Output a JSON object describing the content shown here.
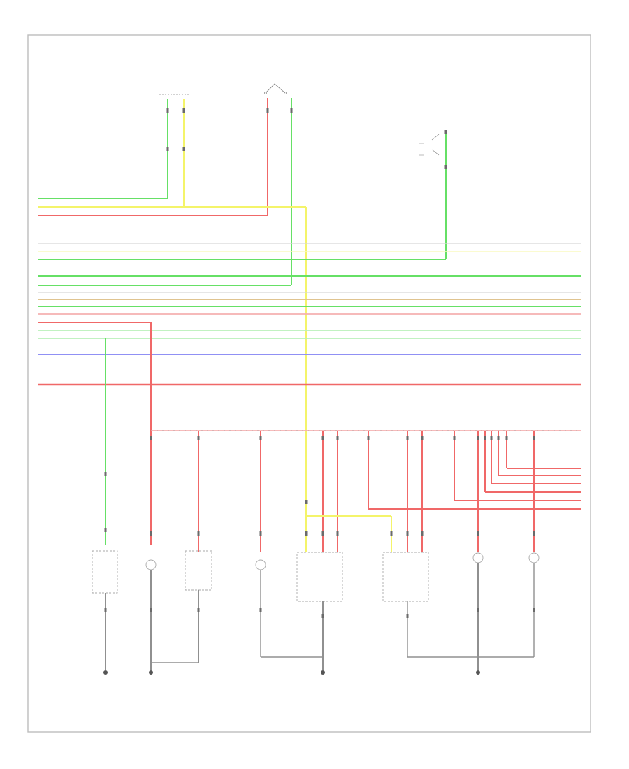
{
  "diagram": {
    "footer_code": "",
    "colors": {
      "green": "#66e066",
      "light_green": "#b8f0b8",
      "yellow": "#f4f46a",
      "light_yellow": "#fafac0",
      "red": "#f06868",
      "light_red": "#f4b0b0",
      "blue": "#9090f4",
      "tan": "#e0c490",
      "gray": "#909090",
      "frame": "#bdbdbd"
    },
    "components": [
      {
        "id": "top-left-switch",
        "label_lines": [
          "",
          "",
          ""
        ]
      },
      {
        "id": "top-mid-switch",
        "label_lines": [
          "",
          "",
          "",
          ""
        ]
      },
      {
        "id": "top-right-switch",
        "label_lines": [
          "",
          "",
          "",
          "",
          "",
          ""
        ]
      },
      {
        "id": "lamp-1",
        "label_lines": [
          "",
          "",
          ""
        ]
      },
      {
        "id": "lamp-2",
        "label_lines": [
          "",
          "",
          "",
          "",
          ""
        ]
      },
      {
        "id": "lamp-3",
        "label_lines": [
          "",
          "",
          "",
          "",
          ""
        ]
      },
      {
        "id": "lamp-4",
        "label_lines": [
          "",
          "",
          "",
          ""
        ]
      },
      {
        "id": "lamp-5",
        "label_lines": [
          "",
          "",
          ""
        ]
      },
      {
        "id": "lamp-6",
        "label_lines": [
          "",
          "",
          ""
        ]
      },
      {
        "id": "lamp-7",
        "label_lines": [
          "",
          "",
          "",
          "",
          ""
        ]
      },
      {
        "id": "lamp-8",
        "label_lines": [
          "",
          "",
          "",
          "",
          ""
        ]
      }
    ],
    "grounds": [
      {
        "id": "ground-1",
        "label_lines": [
          "",
          "",
          ""
        ]
      },
      {
        "id": "ground-2",
        "label_lines": [
          "",
          "",
          "",
          ""
        ]
      },
      {
        "id": "ground-3",
        "label_lines": [
          "",
          "",
          "",
          ""
        ]
      },
      {
        "id": "ground-4",
        "label_lines": [
          "",
          "",
          "",
          ""
        ]
      }
    ]
  }
}
